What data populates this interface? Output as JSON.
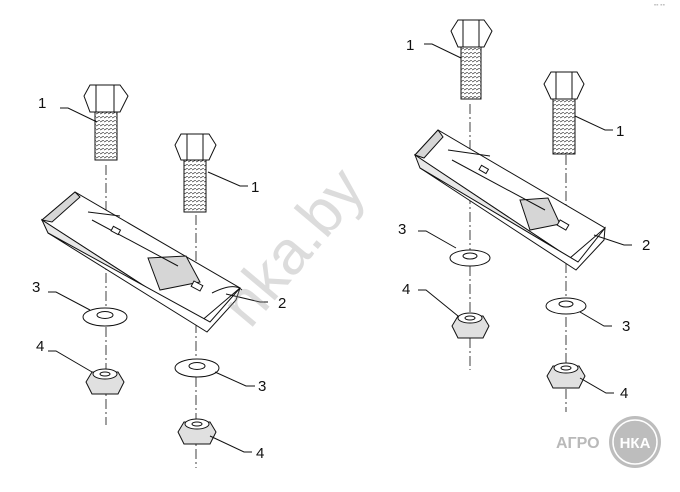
{
  "labels": {
    "bolt": "1",
    "knife": "2",
    "washer": "3",
    "nut": "4"
  },
  "watermark": "nka.by",
  "corner_code": "\"\" \"\"",
  "logo": {
    "left_text": "АГРО",
    "badge_text": "НКА"
  },
  "colors": {
    "line": "#111111",
    "part_fill": "#ffffff",
    "shade": "#d6d6d6",
    "watermark": "#969696",
    "logo": "#b9b9b9"
  }
}
